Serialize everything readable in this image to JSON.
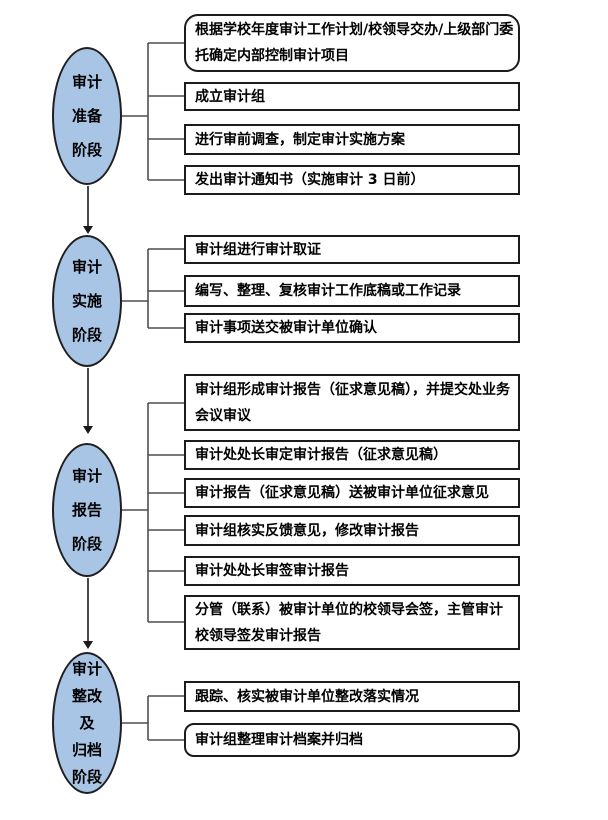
{
  "diagram": {
    "type": "flowchart",
    "colors": {
      "ellipse_fill": "#a9c5e6",
      "ellipse_border": "#1f1f1f",
      "box_border": "#1c1c1c",
      "connector": "#4f4f4f",
      "arrow": "#1a1a1a",
      "background": "#ffffff"
    },
    "phases": [
      {
        "id": "preparation",
        "label": "审计\n准备\n阶段",
        "steps": [
          {
            "shape": "rounded",
            "text": "根据学校年度审计工作计划/校领导交办/上级部门委托确定内部控制审计项目"
          },
          {
            "shape": "rect",
            "text": "成立审计组"
          },
          {
            "shape": "rect",
            "text": "进行审前调查，制定审计实施方案"
          },
          {
            "shape": "rect",
            "text": "发出审计通知书（实施审计 3 日前）"
          }
        ]
      },
      {
        "id": "implementation",
        "label": "审计\n实施\n阶段",
        "steps": [
          {
            "shape": "rect",
            "text": "审计组进行审计取证"
          },
          {
            "shape": "rect",
            "text": "编写、整理、复核审计工作底稿或工作记录"
          },
          {
            "shape": "rect",
            "text": "审计事项送交被审计单位确认"
          }
        ]
      },
      {
        "id": "reporting",
        "label": "审计\n报告\n阶段",
        "steps": [
          {
            "shape": "rect",
            "text": "审计组形成审计报告（征求意见稿），并提交处业务会议审议"
          },
          {
            "shape": "rect",
            "text": "审计处处长审定审计报告（征求意见稿）"
          },
          {
            "shape": "rect",
            "text": "审计报告（征求意见稿）送被审计单位征求意见"
          },
          {
            "shape": "rect",
            "text": "审计组核实反馈意见，修改审计报告"
          },
          {
            "shape": "rect",
            "text": "审计处处长审签审计报告"
          },
          {
            "shape": "rect",
            "text": "分管（联系）被审计单位的校领导会签，主管审计校领导签发审计报告"
          }
        ]
      },
      {
        "id": "rectification-archiving",
        "label": "审计\n整改\n及\n归档\n阶段",
        "steps": [
          {
            "shape": "rect",
            "text": "跟踪、核实被审计单位整改落实情况"
          },
          {
            "shape": "rounded",
            "text": "审计组整理审计档案并归档"
          }
        ]
      }
    ]
  }
}
